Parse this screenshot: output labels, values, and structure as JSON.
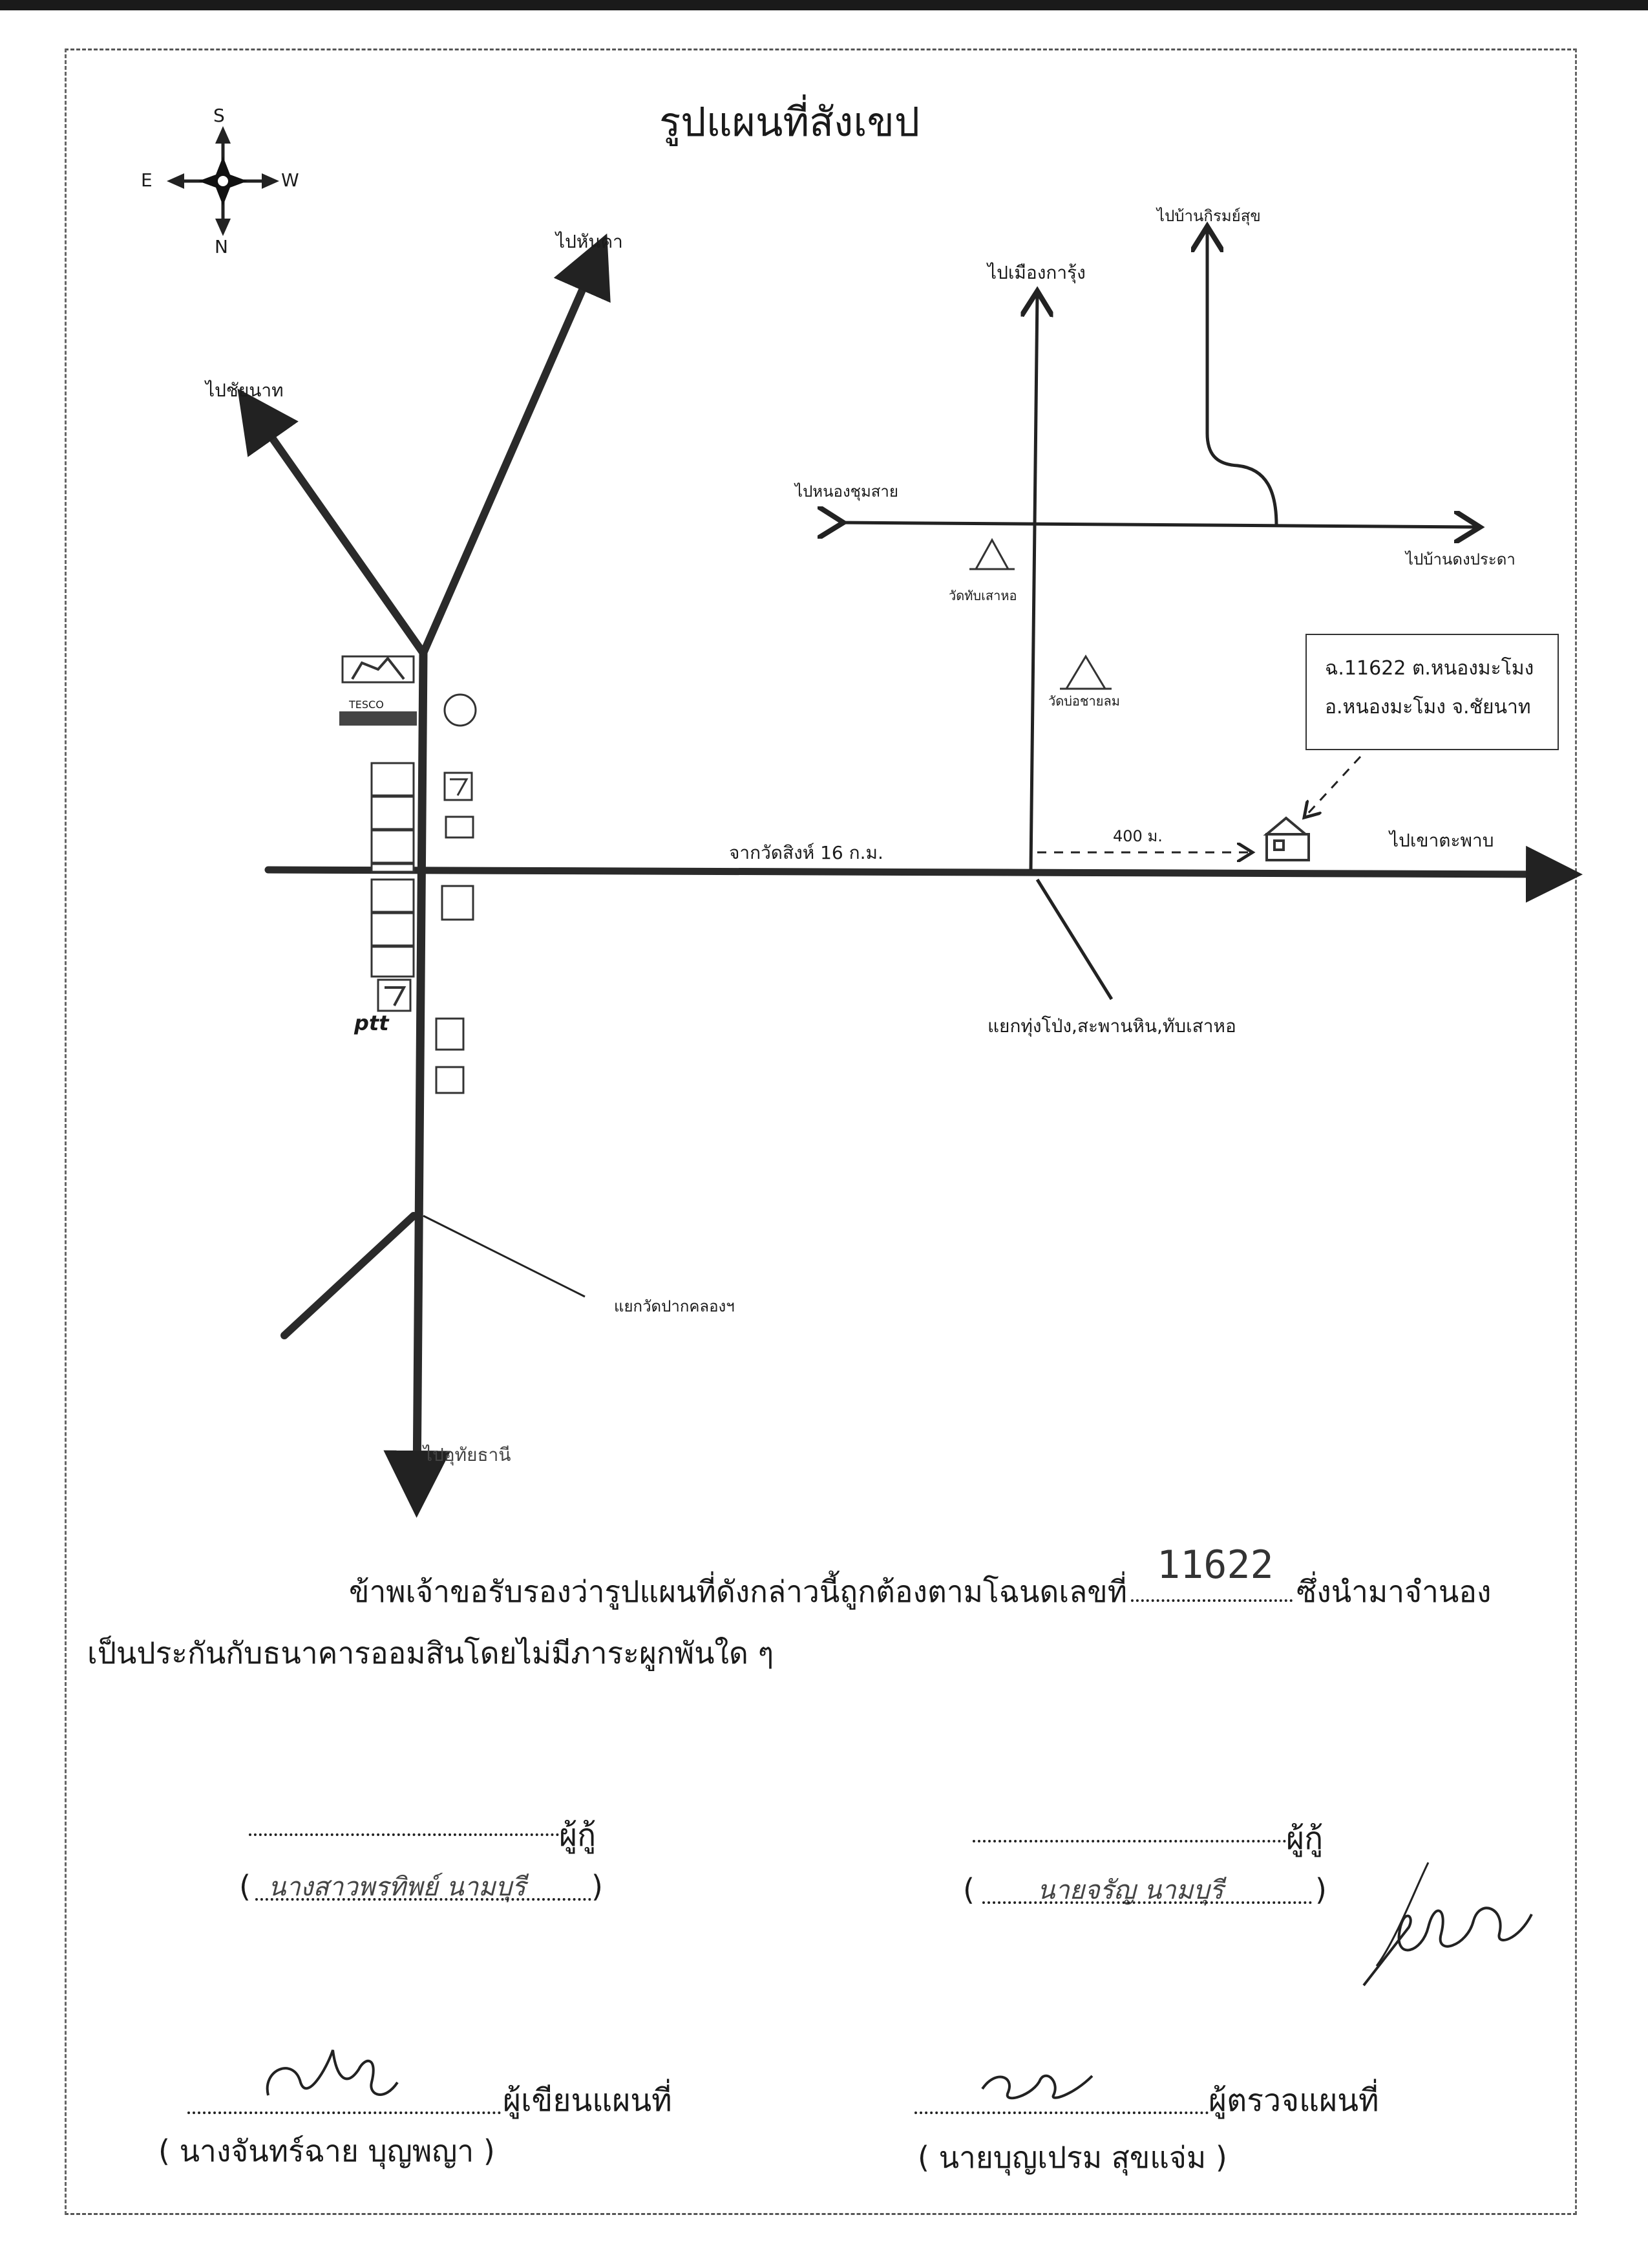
{
  "title": "รูปแผนที่สังเขป",
  "compass": {
    "north": "N",
    "south": "S",
    "east": "E",
    "west": "W"
  },
  "map_labels": {
    "to_hankha": "ไปหันคา",
    "to_chainat": "ไปชัยนาท",
    "to_mueang_karung": "ไปเมืองการุ้ง",
    "to_ban_kriamsuk": "ไปบ้านกิรมย์สุข",
    "to_nong_chumsai": "ไปหนองชุมสาย",
    "to_ban_dong_pradu": "ไปบ้านดงประดา",
    "wat_thap_sao_ho": "วัดทับเสาหอ",
    "wat_bo_chai_lom": "วัดบ่อชายลม",
    "from_wat_sing": "จากวัดสิงห์ 16 ก.ม.",
    "distance": "400 ม.",
    "to_khao_taphap": "ไปเขาตะพาบ",
    "junction_thung_pong": "แยกทุ่งโป่ง,สะพานหิน,ทับเสาหอ",
    "junction_wat_pak_khlong": "แยกวัดปากคลองฯ",
    "to_uthai_thani": "ไปอุทัยธานี",
    "tesco": "TESCO",
    "ptt": "ptt"
  },
  "parcel_box": {
    "line1": "ฉ.11622 ต.หนองมะโมง",
    "line2": "อ.หนองมะโมง จ.ชัยนาท"
  },
  "statement": {
    "part1": "ข้าพเจ้าขอรับรองว่ารูปแผนที่ดังกล่าวนี้ถูกต้องตามโฉนดเลขที่",
    "deed_number": "11622",
    "part2": "ซึ่งนำมาจำนอง",
    "line2": "เป็นประกันกับธนาคารออมสินโดยไม่มีภาระผูกพันใด ๆ"
  },
  "signatures": {
    "borrower_role": "ผู้กู้",
    "borrower1_name": "นางสาวพรทิพย์ นามบุรี",
    "borrower2_name": "นายจรัญ นามบุรี",
    "map_writer_role": "ผู้เขียนแผนที่",
    "map_writer_name": "( นางจันทร์ฉาย บุญพญา )",
    "map_checker_role": "ผู้ตรวจแผนที่",
    "map_checker_name": "( นายบุญเปรม สุขแจ่ม )"
  }
}
